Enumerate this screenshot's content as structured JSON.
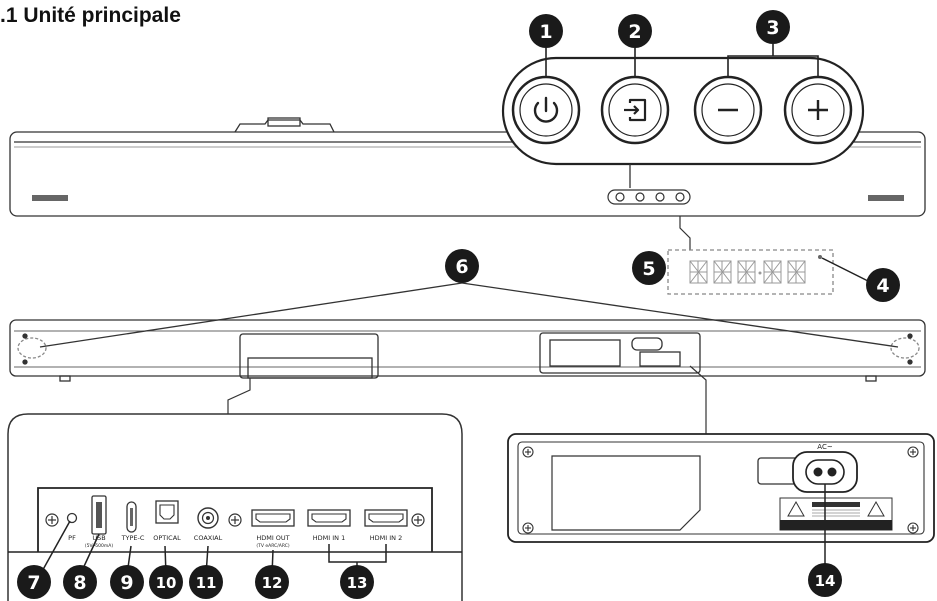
{
  "section_title": ".1  Unité principale",
  "callouts": [
    {
      "n": "1"
    },
    {
      "n": "2"
    },
    {
      "n": "3"
    },
    {
      "n": "4"
    },
    {
      "n": "5"
    },
    {
      "n": "6"
    },
    {
      "n": "7"
    },
    {
      "n": "8"
    },
    {
      "n": "9"
    },
    {
      "n": "10"
    },
    {
      "n": "11"
    },
    {
      "n": "12"
    },
    {
      "n": "13"
    },
    {
      "n": "14"
    }
  ],
  "port_labels": {
    "pf": "PF",
    "usb": "USB",
    "usb_sub": "(5V━500mA)",
    "typec": "TYPE-C",
    "optical": "OPTICAL",
    "coaxial": "COAXIAL",
    "hdmi_out": "HDMI OUT",
    "hdmi_out_sub": "(TV eARC/ARC)",
    "hdmi_in1": "HDMI IN 1",
    "hdmi_in2": "HDMI IN 2"
  },
  "ac_label": "AC~",
  "icons": {
    "button1": "power-icon",
    "button2": "input-source-icon",
    "button3a": "minus-icon",
    "button3b": "plus-icon"
  },
  "colors": {
    "callout_fill": "#1a1a1a",
    "callout_text": "#ffffff",
    "line": "#333333"
  }
}
